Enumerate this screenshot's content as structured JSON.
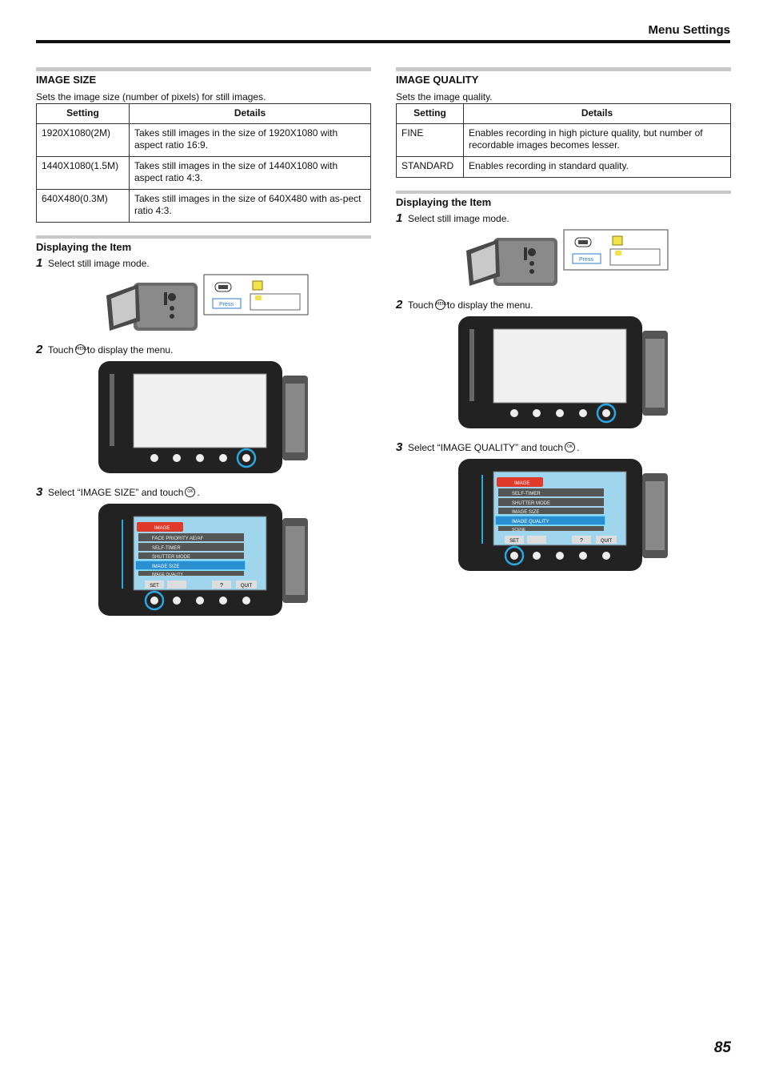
{
  "header": {
    "title": "Menu Settings"
  },
  "page_number": "85",
  "image_size": {
    "title": "IMAGE SIZE",
    "description": "Sets the image size (number of pixels) for still images.",
    "columns": [
      "Setting",
      "Details"
    ],
    "rows": [
      [
        "1920X1080(2M)",
        "Takes still images in the size of 1920X1080 with aspect ratio 16:9."
      ],
      [
        "1440X1080(1.5M)",
        "Takes still images in the size of 1440X1080 with aspect ratio 4:3."
      ],
      [
        "640X480(0.3M)",
        "Takes still images in the size of 640X480 with as-pect ratio 4:3."
      ]
    ],
    "display": {
      "title": "Displaying the Item",
      "step1": {
        "num": "1",
        "text": "Select still image mode."
      },
      "step2": {
        "num": "2",
        "text_before": "Touch",
        "text_after": "to display the menu."
      },
      "step3": {
        "num": "3",
        "text_before": "Select “IMAGE SIZE” and touch",
        "text_after": "."
      },
      "menu": {
        "tab": "IMAGE",
        "items": [
          "FACE PRIORITY AE/AF",
          "SELF-TIMER",
          "SHUTTER MODE",
          "IMAGE SIZE",
          "IMAGE QUALITY"
        ],
        "highlight": "IMAGE SIZE",
        "buttons": [
          "SET",
          "?",
          "QUIT"
        ]
      }
    }
  },
  "image_quality": {
    "title": "IMAGE QUALITY",
    "description": "Sets the image quality.",
    "columns": [
      "Setting",
      "Details"
    ],
    "rows": [
      [
        "FINE",
        "Enables recording in high picture quality, but number of recordable images becomes lesser."
      ],
      [
        "STANDARD",
        "Enables recording in standard quality."
      ]
    ],
    "display": {
      "title": "Displaying the Item",
      "step1": {
        "num": "1",
        "text": "Select still image mode."
      },
      "step2": {
        "num": "2",
        "text_before": "Touch",
        "text_after": "to display the menu."
      },
      "step3": {
        "num": "3",
        "text_before": "Select “IMAGE QUALITY” and touch",
        "text_after": "."
      },
      "menu": {
        "tab": "IMAGE",
        "items": [
          "SELF-TIMER",
          "SHUTTER MODE",
          "IMAGE SIZE",
          "IMAGE QUALITY",
          "SCENE"
        ],
        "highlight": "IMAGE QUALITY",
        "buttons": [
          "SET",
          "?",
          "QUIT"
        ]
      }
    }
  },
  "labels": {
    "press": "Press",
    "ok": "OK",
    "menu": "MENU"
  }
}
